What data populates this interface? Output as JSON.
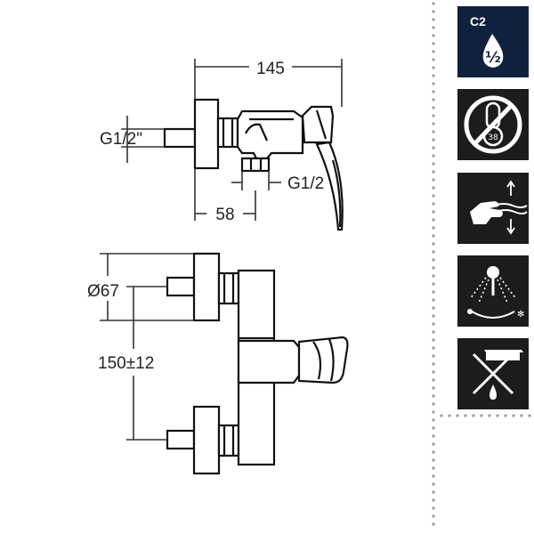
{
  "dimensions": {
    "overall_length": "145",
    "inlet_thread_left": "G1/2\"",
    "outlet_thread": "G1/2",
    "outlet_offset": "58",
    "eccentric_diameter": "Ø67",
    "center_distance": "150±12"
  },
  "icons": [
    {
      "name": "c2-half-water-badge",
      "code": "C2",
      "fraction": "½"
    },
    {
      "name": "thermometer-prohibited-icon",
      "temp": "38"
    },
    {
      "name": "hand-lever-flow-icon"
    },
    {
      "name": "shower-hot-cold-icon"
    },
    {
      "name": "no-bath-spout-icon"
    }
  ],
  "colors": {
    "icon_background": "#1b1c1e",
    "badge_background": "#10213f",
    "line": "#111111",
    "dimension_line": "#333333",
    "divider_dots": "#9a9a9a"
  }
}
